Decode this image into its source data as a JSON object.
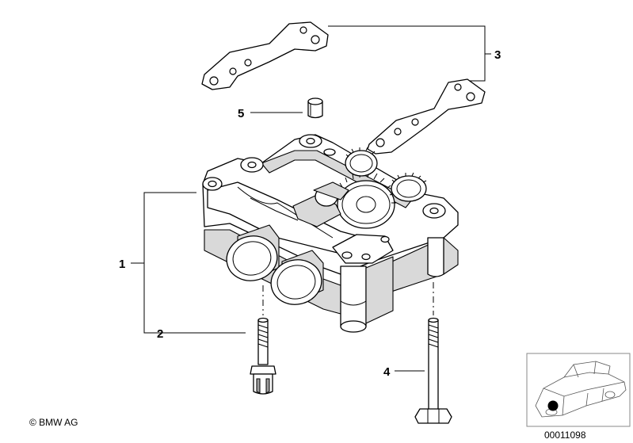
{
  "diagram": {
    "callouts": [
      "1",
      "2",
      "3",
      "4",
      "5"
    ],
    "copyright": "© BMW AG",
    "image_number": "00011098",
    "marker_color": "#000000",
    "background": "#ffffff"
  }
}
